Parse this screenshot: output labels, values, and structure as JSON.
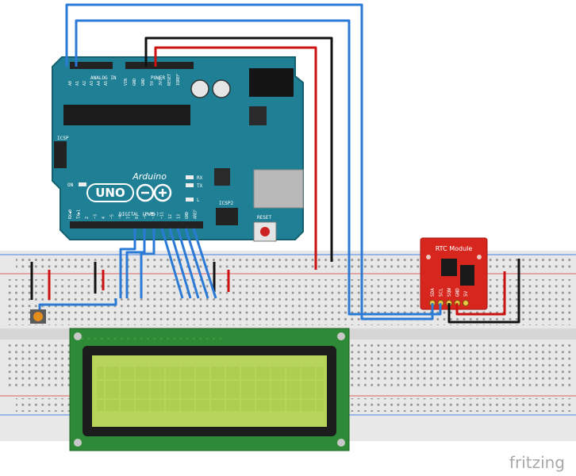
{
  "watermark": "fritzing",
  "arduino": {
    "brand": "Arduino",
    "model": "UNO",
    "analog_label": "ANALOG IN",
    "analog_pins": [
      "A0",
      "A1",
      "A2",
      "A3",
      "A4",
      "A5"
    ],
    "power_label": "POWER",
    "power_pins": [
      "VIN",
      "GND",
      "GND",
      "5V",
      "3V3",
      "RESET",
      "IOREF"
    ],
    "digital_label": "DIGITAL (PWM~)",
    "digital_pins": [
      "AREF",
      "GND",
      "13",
      "12",
      "~11",
      "~10",
      "~9",
      "8",
      "7",
      "~6",
      "~5",
      "4",
      "~3",
      "2",
      "TX▶1",
      "RX◀0"
    ],
    "icsp_label": "ICSP",
    "icsp2_label": "ICSP2",
    "reset_label": "RESET",
    "led_labels": [
      "RX",
      "TX",
      "L",
      "ON"
    ]
  },
  "rtc": {
    "title": "RTC Module",
    "pins": [
      "SDA",
      "SCL",
      "SQW",
      "GND",
      "5V"
    ]
  },
  "colors": {
    "board": "#1f7f95",
    "wire_blue": "#2b7bd6",
    "wire_red": "#cc1111",
    "wire_black": "#111111",
    "rtc_board": "#d7261e",
    "lcd_pcb": "#2f8a37",
    "lcd_screen": "#b6d55a"
  }
}
